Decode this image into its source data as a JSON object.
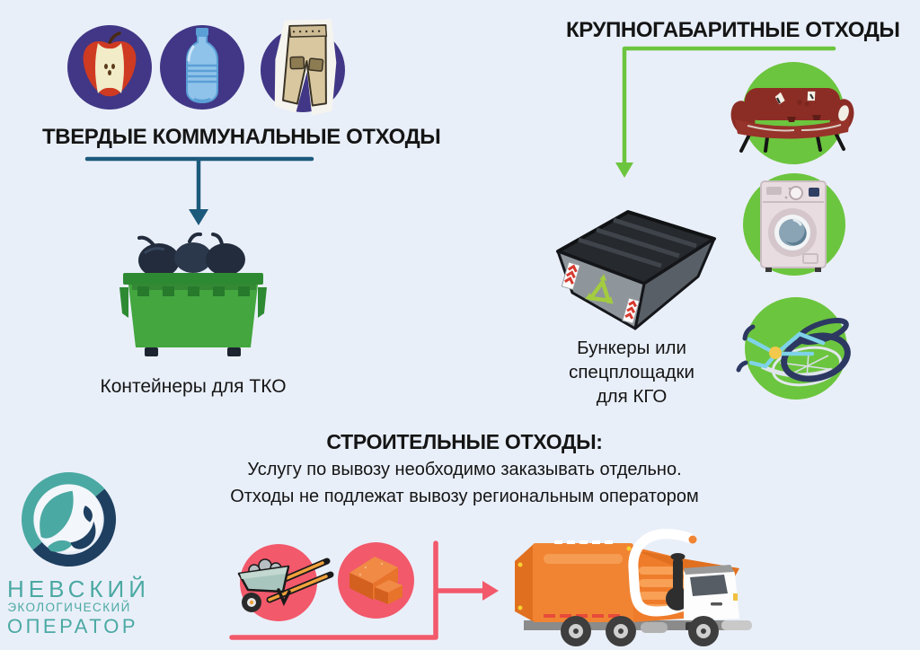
{
  "background_color": "#e9eff9",
  "text_color": "#151515",
  "tko": {
    "heading": "ТВЕРДЫЕ КОММУНАЛЬНЫЕ ОТХОДЫ",
    "caption": "Контейнеры для ТКО",
    "accent_color": "#1c5a7c",
    "circle_color": "#413786",
    "icons": [
      "apple-core-icon",
      "plastic-bottle-icon",
      "old-pants-icon",
      "dumpster-icon"
    ]
  },
  "kgo": {
    "heading": "КРУПНОГАБАРИТНЫЕ ОТХОДЫ",
    "caption_lines": [
      "Бункеры или",
      "спецплощадки",
      "для КГО"
    ],
    "accent_color": "#6cc53e",
    "circle_color": "#6cc53e",
    "icons": [
      "sofa-icon",
      "washing-machine-icon",
      "bicycle-icon",
      "skip-bunker-icon"
    ]
  },
  "construction": {
    "heading": "СТРОИТЕЛЬНЫЕ ОТХОДЫ:",
    "note_line1": "Услугу по вывозу необходимо заказывать отдельно.",
    "note_line2": "Отходы не подлежат вывозу региональным оператором",
    "accent_color": "#f2596b",
    "circle_color": "#f2596b",
    "icons": [
      "wheelbarrow-icon",
      "bricks-icon",
      "garbage-truck-icon"
    ]
  },
  "logo": {
    "line1": "НЕВСКИЙ",
    "line2": "ЭКОЛОГИЧЕСКИЙ",
    "line3": "ОПЕРАТОР",
    "teal_color": "#4ba9a3",
    "navy_color": "#1e3f60"
  }
}
